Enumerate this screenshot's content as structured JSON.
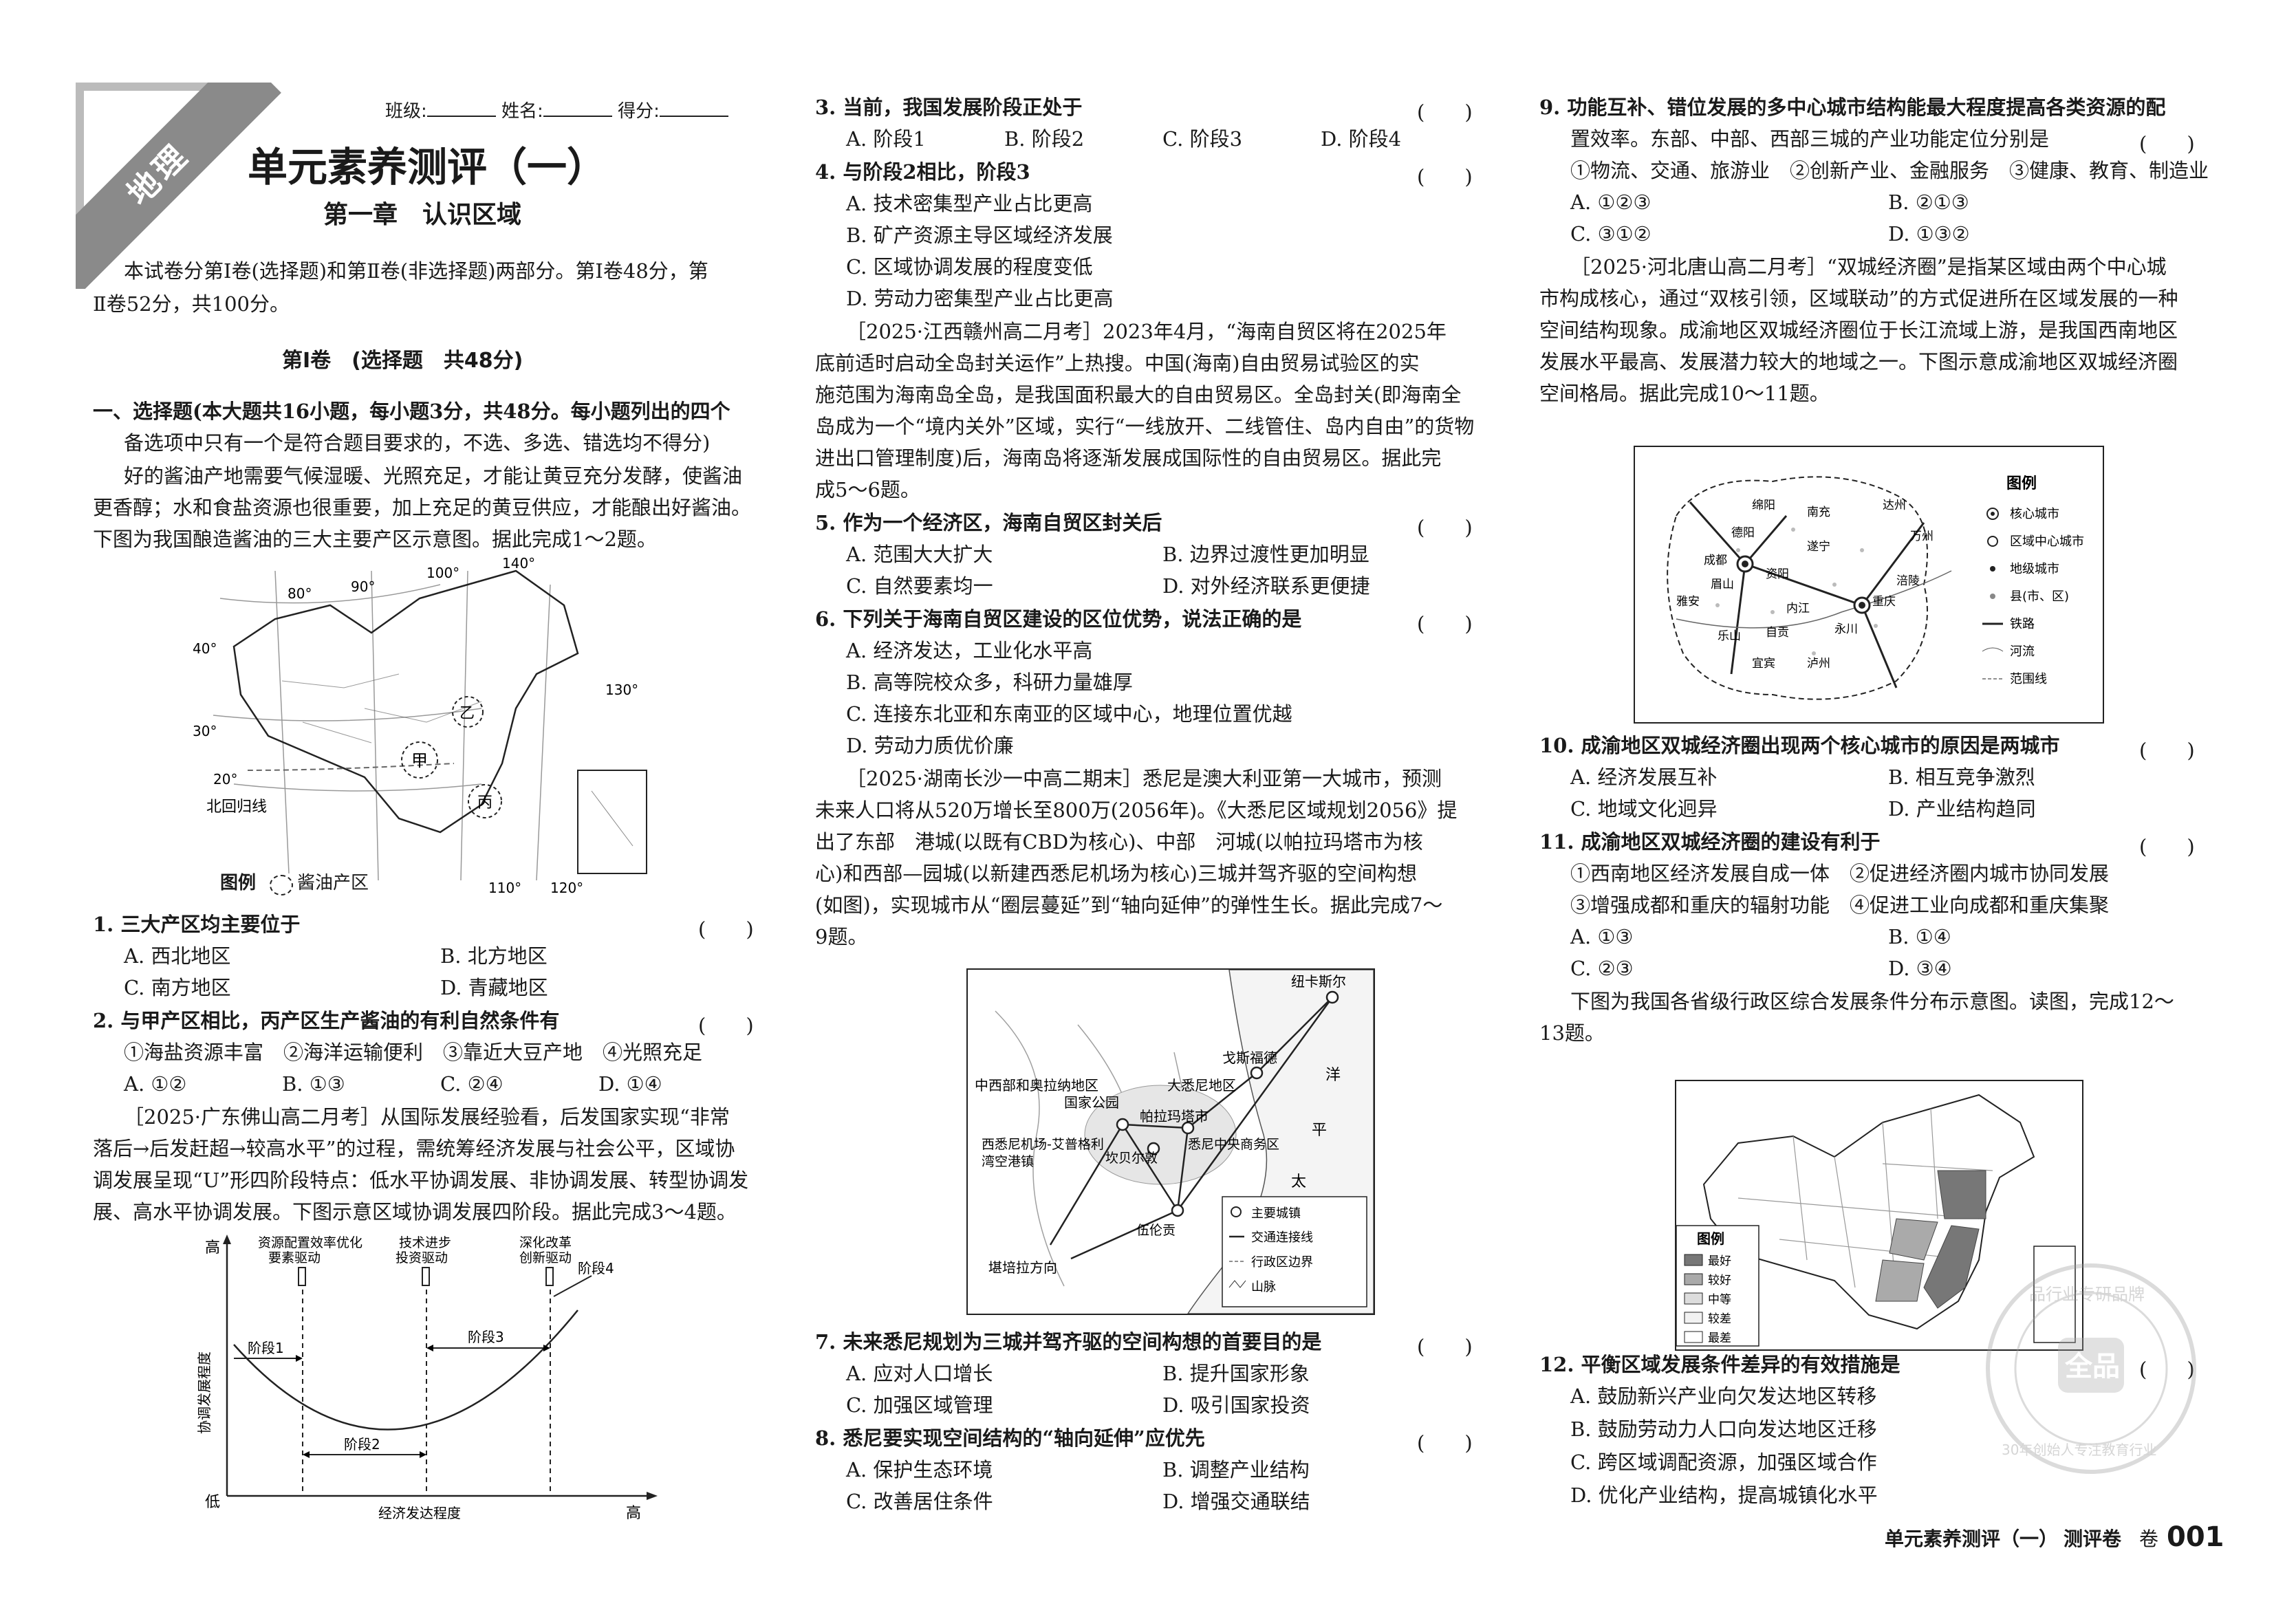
{
  "header": {
    "subject": "地理",
    "class_label": "班级:",
    "name_label": "姓名:",
    "score_label": "得分:",
    "title": "单元素养测评（一）",
    "chapter": "第一章　认识区域",
    "intro1": "本试卷分第Ⅰ卷(选择题)和第Ⅱ卷(非选择题)两部分。第Ⅰ卷48分，第",
    "intro2": "Ⅱ卷52分，共100分。",
    "section": "第Ⅰ卷　(选择题　共48分)",
    "part1a": "一、选择题(本大题共16小题，每小题3分，共48分。每小题列出的四个",
    "part1b": "备选项中只有一个是符合题目要求的，不选、多选、错选均不得分)"
  },
  "paren": "(　　)",
  "col1": {
    "p1": [
      "好的酱油产地需要气候湿暖、光照充足，才能让黄豆充分发酵，使酱油",
      "更香醇；水和食盐资源也很重要，加上充足的黄豆供应，才能酿出好酱油。",
      "下图为我国酿造酱油的三大主要产区示意图。据此完成1～2题。"
    ],
    "map1": {
      "legend_label": "图例",
      "legend_item": "酱油产区",
      "lon": [
        "80°",
        "90°",
        "100°",
        "110°",
        "120°",
        "130°",
        "140°"
      ],
      "lat": [
        "40°",
        "30°",
        "20°"
      ],
      "tropic": "北回归线",
      "marks": [
        "甲",
        "乙",
        "丙"
      ],
      "extra_lon": [
        "80°",
        "90°",
        "110°",
        "120°",
        "130°"
      ],
      "lat_extra": "30°"
    },
    "q1": "1. 三大产区均主要位于",
    "q1o": [
      "A. 西北地区",
      "B. 北方地区",
      "C. 南方地区",
      "D. 青藏地区"
    ],
    "q2": "2. 与甲产区相比，丙产区生产酱油的有利自然条件有",
    "q2s": "①海盐资源丰富　②海洋运输便利　③靠近大豆产地　④光照充足",
    "q2o": [
      "A. ①②",
      "B. ①③",
      "C. ②④",
      "D. ①④"
    ],
    "p2": [
      "［2025·广东佛山高二月考］从国际发展经验看，后发国家实现“非常",
      "落后→后发赶超→较高水平”的过程，需统筹经济发展与社会公平，区域协",
      "调发展呈现“U”形四阶段特点：低水平协调发展、非协调发展、转型协调发",
      "展、高水平协调发展。下图示意区域协调发展四阶段。据此完成3～4题。"
    ],
    "chart": {
      "y_high": "高",
      "y_low": "低",
      "x_high": "高",
      "ylabel": "协调发展程度",
      "xlabel": "经济发达程度",
      "arrow1": [
        "资源配置效率优化",
        "要素驱动"
      ],
      "arrow2": [
        "技术进步",
        "投资驱动"
      ],
      "arrow3": [
        "深化改革",
        "创新驱动"
      ],
      "stages": [
        "阶段1",
        "阶段2",
        "阶段3",
        "阶段4"
      ]
    }
  },
  "col2": {
    "q3": "3. 当前，我国发展阶段正处于",
    "q3o": [
      "A. 阶段1",
      "B. 阶段2",
      "C. 阶段3",
      "D. 阶段4"
    ],
    "q4": "4. 与阶段2相比，阶段3",
    "q4o": [
      "A. 技术密集型产业占比更高",
      "B. 矿产资源主导区域经济发展",
      "C. 区域协调发展的程度变低",
      "D. 劳动力密集型产业占比更高"
    ],
    "p3": [
      "［2025·江西赣州高二月考］2023年4月，“海南自贸区将在2025年",
      "底前适时启动全岛封关运作”上热搜。中国(海南)自由贸易试验区的实",
      "施范围为海南岛全岛，是我国面积最大的自由贸易区。全岛封关(即海南全",
      "岛成为一个“境内关外”区域，实行“一线放开、二线管住、岛内自由”的货物",
      "进出口管理制度)后，海南岛将逐渐发展成国际性的自由贸易区。据此完",
      "成5～6题。"
    ],
    "q5": "5. 作为一个经济区，海南自贸区封关后",
    "q5o": [
      "A. 范围大大扩大",
      "B. 边界过渡性更加明显",
      "C. 自然要素均一",
      "D. 对外经济联系更便捷"
    ],
    "q6": "6. 下列关于海南自贸区建设的区位优势，说法正确的是",
    "q6o": [
      "A. 经济发达，工业化水平高",
      "B. 高等院校众多，科研力量雄厚",
      "C. 连接东北亚和东南亚的区域中心，地理位置优越",
      "D. 劳动力质优价廉"
    ],
    "p4": [
      "［2025·湖南长沙一中高二期末］悉尼是澳大利亚第一大城市，预测",
      "未来人口将从520万增长至800万(2056年)。《大悉尼区域规划2056》提",
      "出了东部　港城(以既有CBD为核心)、中部　河城(以帕拉玛塔市为核",
      "心)和西部—园城(以新建西悉尼机场为核心)三城并驾齐驱的空间构想",
      "(如图)，实现城市从“圈层蔓延”到“轴向延伸”的弹性生长。据此完成7～",
      "9题。"
    ],
    "map2": {
      "labels": [
        "纽卡斯尔",
        "戈斯福德",
        "大悉尼地区",
        "中西部和奥拉纳地区",
        "国家公园",
        "帕拉玛塔市",
        "西悉尼机场-艾普格利",
        "湾空港镇",
        "悉尼中央商务区",
        "坎贝尔敦",
        "伍伦贡",
        "堪培拉方向",
        "洋",
        "平",
        "太"
      ],
      "legend": [
        "主要城镇",
        "交通连接线",
        "行政区边界",
        "山脉"
      ]
    },
    "q7": "7. 未来悉尼规划为三城并驾齐驱的空间构想的首要目的是",
    "q7o": [
      "A. 应对人口增长",
      "B. 提升国家形象",
      "C. 加强区域管理",
      "D. 吸引国家投资"
    ],
    "q8": "8. 悉尼要实现空间结构的“轴向延伸”应优先",
    "q8o": [
      "A. 保护生态环境",
      "B. 调整产业结构",
      "C. 改善居住条件",
      "D. 增强交通联结"
    ]
  },
  "col3": {
    "q9a": "9. 功能互补、错位发展的多中心城市结构能最大程度提高各类资源的配",
    "q9b": "置效率。东部、中部、西部三城的产业功能定位分别是",
    "q9s": "①物流、交通、旅游业　②创新产业、金融服务　③健康、教育、制造业",
    "q9o": [
      "A. ①②③",
      "B. ②①③",
      "C. ③①②",
      "D. ①③②"
    ],
    "p5": [
      "［2025·河北唐山高二月考］“双城经济圈”是指某区域由两个中心城",
      "市构成核心，通过“双核引领，区域联动”的方式促进所在区域发展的一种",
      "空间结构现象。成渝地区双城经济圈位于长江流域上游，是我国西南地区",
      "发展水平最高、发展潜力较大的地域之一。下图示意成渝地区双城经济圈",
      "空间格局。据此完成10～11题。"
    ],
    "map3": {
      "cities": [
        "绵阳",
        "南充",
        "达州",
        "德阳",
        "遂宁",
        "万州",
        "成都",
        "雅安",
        "眉山",
        "资阳",
        "内江",
        "重庆",
        "涪陵",
        "乐山",
        "自贡",
        "宜宾",
        "泸州",
        "永川"
      ],
      "legend_title": "图例",
      "legend": [
        "核心城市",
        "区域中心城市",
        "地级城市",
        "县(市、区)",
        "铁路",
        "河流",
        "范围线"
      ]
    },
    "q10": "10. 成渝地区双城经济圈出现两个核心城市的原因是两城市",
    "q10o": [
      "A. 经济发展互补",
      "B. 相互竞争激烈",
      "C. 地域文化迥异",
      "D. 产业结构趋同"
    ],
    "q11": "11. 成渝地区双城经济圈的建设有利于",
    "q11s1": "①西南地区经济发展自成一体　②促进经济圈内城市协同发展",
    "q11s2": "③增强成都和重庆的辐射功能　④促进工业向成都和重庆集聚",
    "q11o": [
      "A. ①③",
      "B. ①④",
      "C. ②③",
      "D. ③④"
    ],
    "p6": [
      "下图为我国各省级行政区综合发展条件分布示意图。读图，完成12～",
      "13题。"
    ],
    "map4": {
      "legend_title": "图例",
      "legend": [
        "最好",
        "较好",
        "中等",
        "较差",
        "最差"
      ]
    },
    "q12": "12. 平衡区域发展条件差异的有效措施是",
    "q12o": [
      "A. 鼓励新兴产业向欠发达地区转移",
      "B. 鼓励劳动力人口向发达地区迁移",
      "C. 跨区域调配资源，加强区域合作",
      "D. 优化产业结构，提高城镇化水平"
    ],
    "watermark": {
      "center": "全品",
      "ring1": "品行业专研品牌",
      "ring2": "30年创始人专注教育行业"
    }
  },
  "footer": {
    "title": "单元素养测评（一）",
    "tag": "测评卷",
    "side": "卷",
    "page": "001"
  },
  "colors": {
    "ribbon": "#8a8a8a",
    "map_fill_best": "#777777",
    "map_fill_good": "#aaaaaa",
    "watermark": "#cccccc"
  }
}
